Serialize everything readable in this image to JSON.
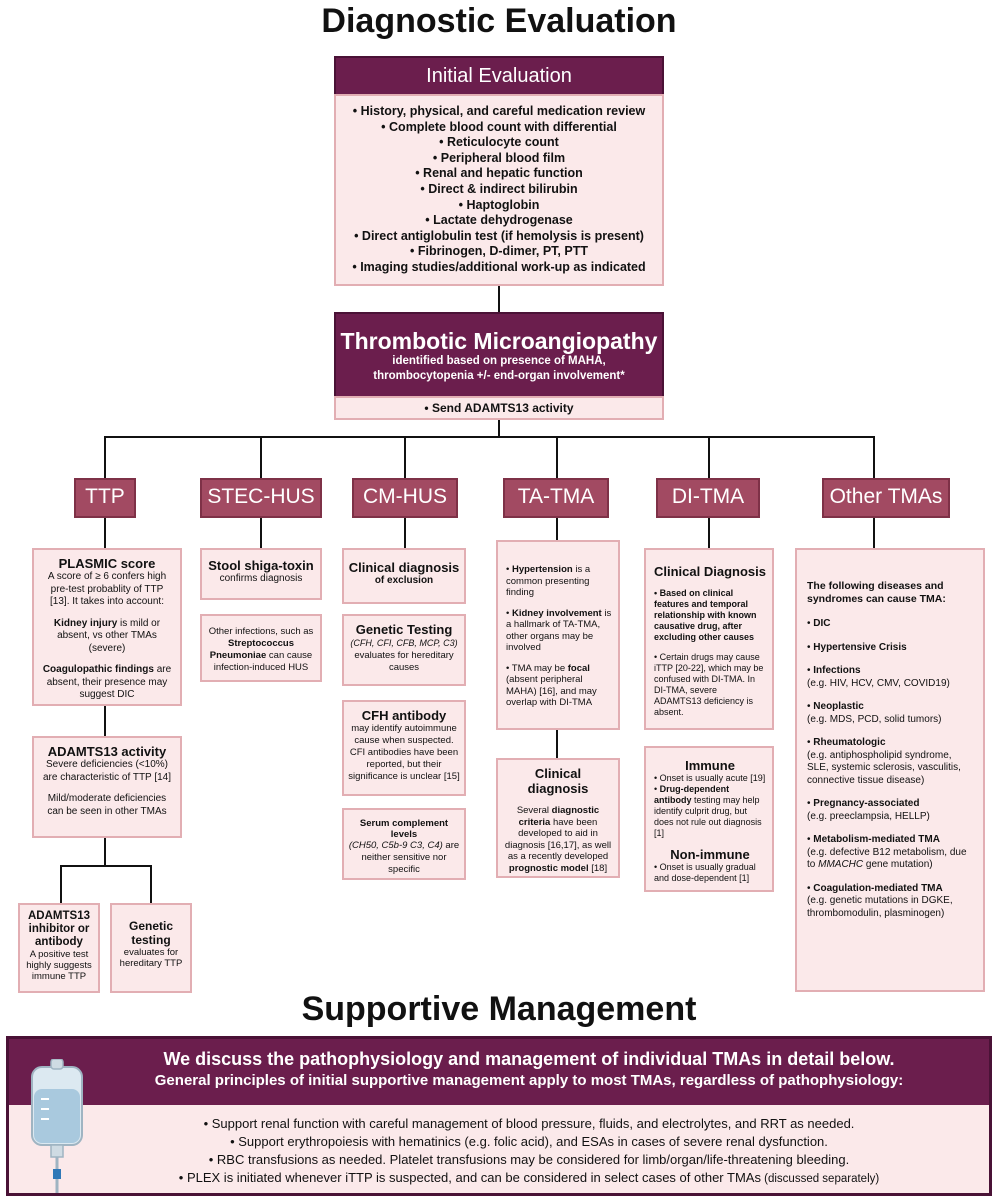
{
  "titles": {
    "diagnostic": "Diagnostic Evaluation",
    "supportive": "Supportive Management"
  },
  "initial": {
    "header": "Initial Evaluation",
    "items": [
      "History, physical, and careful medication review",
      "Complete blood count with differential",
      "Reticulocyte count",
      "Peripheral blood film",
      "Renal and hepatic function",
      "Direct & indirect bilirubin",
      "Haptoglobin",
      "Lactate dehydrogenase",
      "Direct antiglobulin test (if hemolysis is present)",
      "Fibrinogen, D-dimer, PT, PTT",
      "Imaging studies/additional work-up as indicated"
    ]
  },
  "tma": {
    "title": "Thrombotic Microangiopathy",
    "sub1": "identified based on presence of MAHA,",
    "sub2": "thrombocytopenia +/- end-organ involvement*",
    "action": "Send ADAMTS13 activity"
  },
  "categories": [
    "TTP",
    "STEC-HUS",
    "CM-HUS",
    "TA-TMA",
    "DI-TMA",
    "Other TMAs"
  ],
  "ttp": {
    "plasmic_title": "PLASMIC score",
    "plasmic_text": "A score of ≥ 6 confers high pre-test probablity of TTP [13]. It takes into account:",
    "kidney_b": "Kidney injury",
    "kidney_t": " is mild or absent, vs other TMAs (severe)",
    "coag_b": "Coagulopathic findings",
    "coag_t": " are absent, their presence may suggest DIC",
    "adamts_title": "ADAMTS13 activity",
    "adamts_t1": "Severe deficiencies (<10%) are characteristic of TTP [14]",
    "adamts_t2": "Mild/moderate deficiencies can be seen in other TMAs",
    "inhib_title": "ADAMTS13 inhibitor or antibody",
    "inhib_text": "A positive test highly suggests immune TTP",
    "gen_title": "Genetic testing",
    "gen_text": "evaluates for hereditary TTP"
  },
  "stec": {
    "title": "Stool shiga-toxin",
    "text": "confirms diagnosis",
    "other_1": "Other infections, such as",
    "other_b": "Streptococcus Pneumoniae",
    "other_2": " can cause infection-induced HUS"
  },
  "cm": {
    "diag_title": "Clinical diagnosis",
    "diag_sub": "of exclusion",
    "gen_title": "Genetic Testing",
    "gen_it": "(CFH, CFI, CFB, MCP, C3)",
    "gen_text": "evaluates for hereditary causes",
    "cfh_title": "CFH antibody",
    "cfh_text": "may identify autoimmune cause when suspected. CFI antibodies have been reported, but their significance is unclear [15]",
    "serum_title": "Serum complement levels",
    "serum_it": "(CH50, C5b-9 C3, C4)",
    "serum_text": " are neither sensitive nor specific"
  },
  "ta": {
    "b1": "Hypertension",
    "t1": " is a common presenting finding",
    "b2": "Kidney involvement",
    "t2": " is a hallmark of TA-TMA, other organs may be involved",
    "t3a": "TMA may be ",
    "b3": "focal",
    "t3b": " (absent peripheral MAHA) [16], and may overlap with DI-TMA",
    "diag_title": "Clinical diagnosis",
    "d1": "Several ",
    "db1": "diagnostic criteria",
    "d2": " have been developed to aid in diagnosis [16,17], as well as a recently developed ",
    "db2": "prognostic model",
    "d3": " [18]"
  },
  "di": {
    "diag_title": "Clinical Diagnosis",
    "diag_b": "Based on clinical features and temporal relationship with known causative drug, after excluding other causes",
    "diag_t": "Certain drugs may cause iTTP [20-22], which may be confused with DI-TMA. In DI-TMA, severe ADAMTS13 deficiency is absent.",
    "immune_title": "Immune",
    "immune_1": "Onset is usually acute [19]",
    "immune_2b": "Drug-dependent antibody",
    "immune_2t": " testing may help identify culprit drug, but does not rule out diagnosis [1]",
    "nonimmune_title": "Non-immune",
    "nonimmune_1": "Onset is usually gradual and dose-dependent [1]"
  },
  "other": {
    "intro": "The following diseases and syndromes can cause TMA:",
    "items": [
      {
        "name": "DIC",
        "desc": ""
      },
      {
        "name": "Hypertensive Crisis",
        "desc": ""
      },
      {
        "name": "Infections",
        "desc": "(e.g. HIV, HCV, CMV, COVID19)"
      },
      {
        "name": "Neoplastic",
        "desc": "(e.g. MDS, PCD, solid tumors)"
      },
      {
        "name": "Rheumatologic",
        "desc": "(e.g. antiphospholipid syndrome, SLE, systemic sclerosis, vasculitis, connective tissue disease)"
      },
      {
        "name": "Pregnancy-associated",
        "desc": "(e.g. preeclampsia, HELLP)"
      },
      {
        "name": "Metabolism-mediated TMA",
        "desc_pre": "(e.g. defective B12 metabolism, due to ",
        "desc_it": "MMACHC",
        "desc_post": " gene mutation)"
      },
      {
        "name": "Coagulation-mediated TMA",
        "desc": "(e.g. genetic mutations in DGKE, thrombomodulin, plasminogen)"
      }
    ]
  },
  "support": {
    "header1": "We discuss the pathophysiology and management of individual TMAs in detail below.",
    "header2": "General principles of initial supportive management apply to most TMAs, regardless of pathophysiology:",
    "items": [
      "Support renal function with careful management of blood pressure, fluids, and electrolytes, and RRT as needed.",
      "Support erythropoiesis with hematinics (e.g. folic acid), and ESAs in cases of severe renal dysfunction.",
      "RBC transfusions as needed. Platelet transfusions may be considered for limb/organ/life-threatening bleeding.",
      "PLEX is initiated whenever iTTP is suspected, and can be considered in select cases of other TMAs"
    ],
    "last_suffix": " (discussed separately)"
  },
  "colors": {
    "dark": "#6b1e4d",
    "rose": "#a24a62",
    "pink_bg": "#fbe9ea",
    "pink_border": "#e2aeb3"
  },
  "icons": [
    "iv-bag-icon"
  ]
}
